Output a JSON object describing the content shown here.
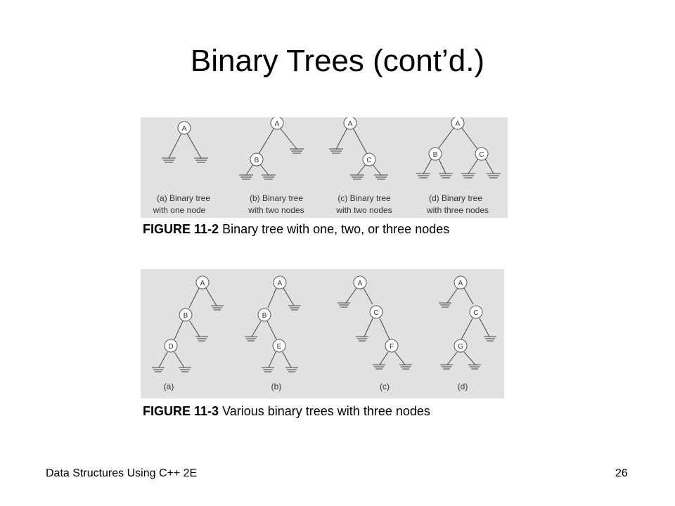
{
  "slide": {
    "title": "Binary Trees (cont’d.)",
    "footer_left": "Data Structures Using C++ 2E",
    "page_number": "26"
  },
  "figure1": {
    "caption_label": "FIGURE 11-2",
    "caption_text": "Binary tree with one, two, or three nodes",
    "panels": [
      {
        "line1": "(a) Binary tree",
        "line2": "with one node"
      },
      {
        "line1": "(b) Binary tree",
        "line2": "with two nodes"
      },
      {
        "line1": "(c) Binary tree",
        "line2": "with two nodes"
      },
      {
        "line1": "(d) Binary tree",
        "line2": "with three nodes"
      }
    ]
  },
  "figure2": {
    "caption_label": "FIGURE 11-3",
    "caption_text": "Various binary trees with three nodes",
    "panels": [
      "(a)",
      "(b)",
      "(c)",
      "(d)"
    ]
  },
  "node_labels": {
    "a": "A",
    "b": "B",
    "c": "C",
    "d": "D",
    "e": "E",
    "f": "F",
    "g": "G"
  }
}
